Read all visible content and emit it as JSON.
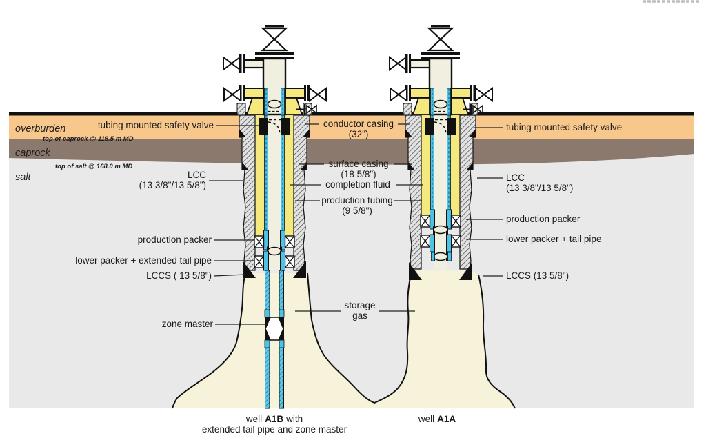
{
  "geology": {
    "overburden": "overburden",
    "caprock": "caprock",
    "salt": "salt",
    "top_of_caprock_note": "top of caprock @ 118.5 m MD",
    "top_of_salt_note": "top of salt @ 168.0 m MD"
  },
  "labels_left": {
    "tubing_safety_valve": "tubing mounted safety valve",
    "lcc_line1": "LCC",
    "lcc_line2": "(13 3/8\"/13 5/8\")",
    "production_packer": "production packer",
    "lower_packer": "lower packer + extended tail pipe",
    "lccs": "LCCS ( 13 5/8\")",
    "zone_master": "zone master"
  },
  "labels_center": {
    "conductor_line1": "conductor casing",
    "conductor_line2": "(32\")",
    "surface_line1": "surface casing",
    "surface_line2": "(18 5/8\")",
    "completion_fluid": "completion fluid",
    "tubing_line1": "production tubing",
    "tubing_line2": "(9 5/8\")",
    "storage_line1": "storage",
    "storage_line2": "gas"
  },
  "labels_right": {
    "tubing_safety_valve": "tubing mounted safety valve",
    "lcc_line1": "LCC",
    "lcc_line2": "(13 3/8\"/13 5/8\")",
    "production_packer": "production packer",
    "lower_packer": "lower packer + tail pipe",
    "lccs": "LCCS (13 5/8\")"
  },
  "captions": {
    "a1b_word1": "well",
    "a1b_name": "A1B",
    "a1b_word2": "with",
    "a1b_line2": "extended tail pipe and zone master",
    "a1a_word1": "well",
    "a1a_name": "A1A"
  },
  "colors": {
    "overburden": "#F7C78C",
    "caprock": "#8C796D",
    "salt": "#E9E9E9",
    "storage_gas_cavern": "#F6F3DA",
    "annulus_yellow": "#F5E87E",
    "tubing_blue": "#4CC2E8",
    "wellhead_cream": "#F1EFDF",
    "outline_black": "#111111"
  }
}
